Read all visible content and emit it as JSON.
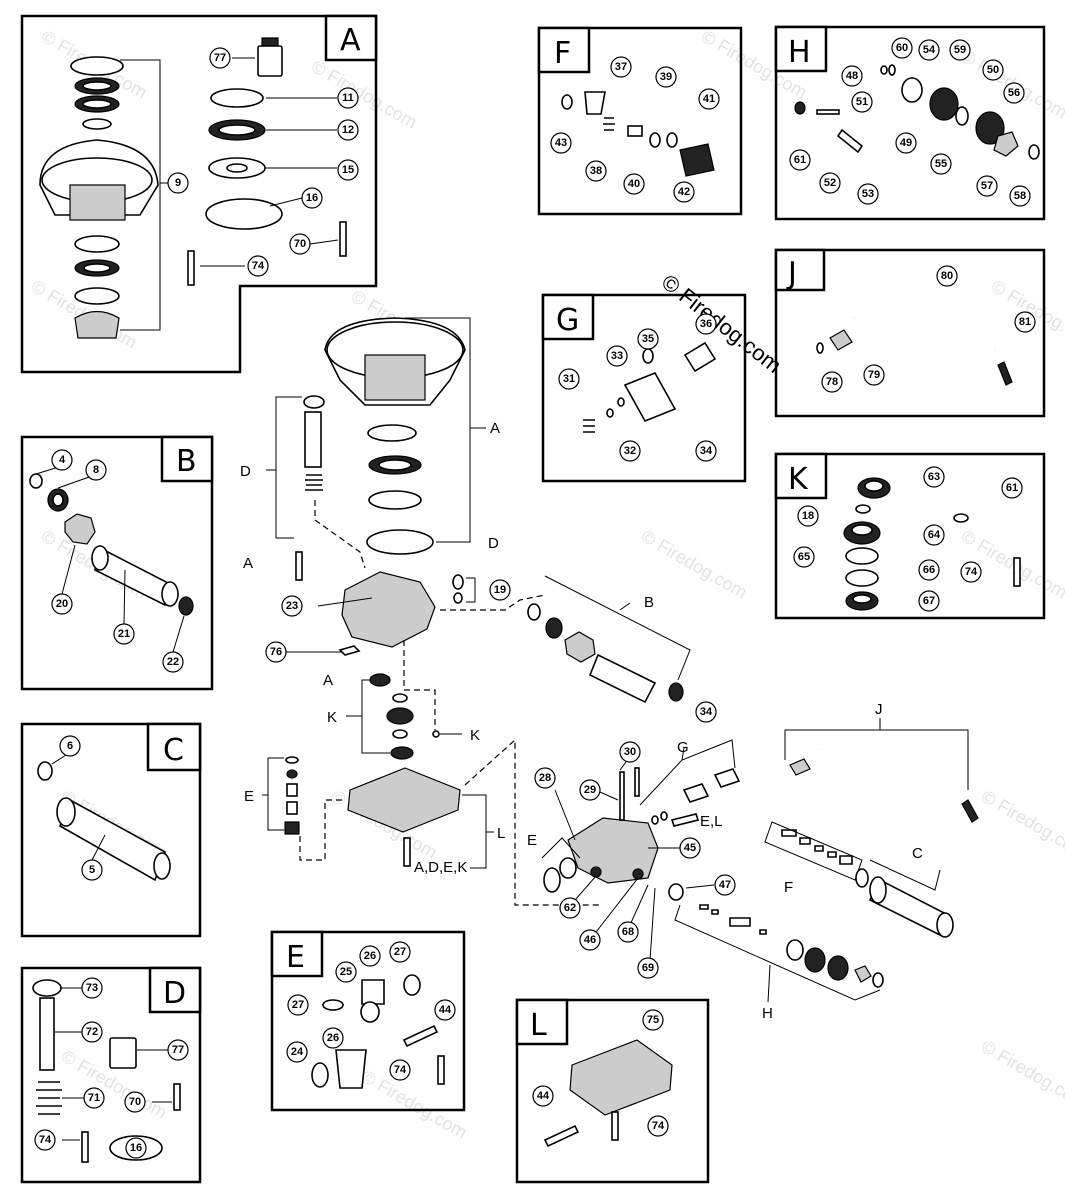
{
  "watermark": {
    "text": "© Firedog.com",
    "repeats": 16
  },
  "inset_letters": {
    "A": "A",
    "B": "B",
    "C": "C",
    "D": "D",
    "E": "E",
    "F": "F",
    "G": "G",
    "H": "H",
    "J": "J",
    "K": "K",
    "L": "L"
  },
  "callouts": {
    "A": [
      "77",
      "11",
      "12",
      "15",
      "16",
      "9",
      "70",
      "74"
    ],
    "B": [
      "4",
      "8",
      "20",
      "21",
      "22"
    ],
    "C": [
      "6",
      "5"
    ],
    "D": [
      "73",
      "72",
      "77",
      "71",
      "70",
      "74",
      "16"
    ],
    "E": [
      "26",
      "27",
      "25",
      "27",
      "44",
      "26",
      "24",
      "74"
    ],
    "F": [
      "37",
      "39",
      "41",
      "43",
      "38",
      "40",
      "42"
    ],
    "G": [
      "36",
      "33",
      "35",
      "31",
      "32",
      "34"
    ],
    "H": [
      "60",
      "54",
      "48",
      "59",
      "50",
      "56",
      "51",
      "49",
      "61",
      "55",
      "52",
      "53",
      "57",
      "58"
    ],
    "J": [
      "80",
      "81",
      "78",
      "79"
    ],
    "K": [
      "63",
      "18",
      "61",
      "64",
      "65",
      "66",
      "74",
      "67"
    ],
    "L": [
      "75",
      "44",
      "74"
    ],
    "main": [
      "19",
      "23",
      "76",
      "28",
      "30",
      "29",
      "34",
      "45",
      "62",
      "46",
      "68",
      "69",
      "47"
    ]
  },
  "group_labels": {
    "A1": "A",
    "D1": "D",
    "A2": "A",
    "D2": "D",
    "B": "B",
    "A3": "A",
    "K1": "K",
    "K2": "K",
    "E1": "E",
    "L": "L",
    "ADEK": "A,D,E,K",
    "G": "G",
    "EL": "E,L",
    "E2": "E",
    "J": "J",
    "F": "F",
    "C": "C",
    "H": "H"
  }
}
